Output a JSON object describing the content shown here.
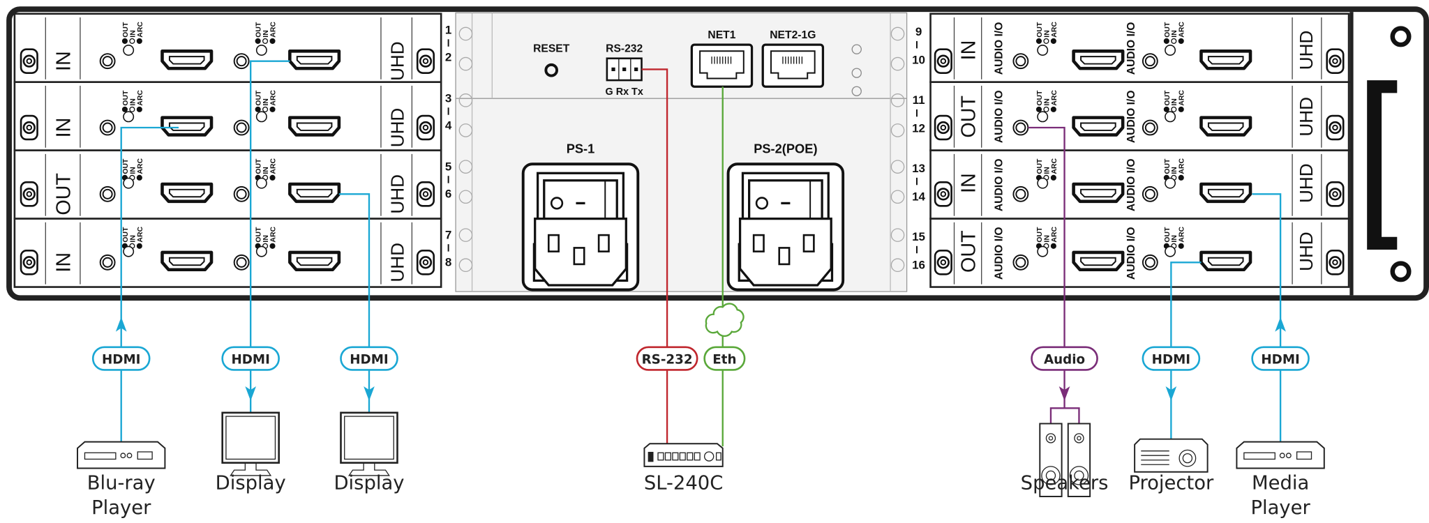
{
  "led_labels": [
    "OUT",
    "IN",
    "ARC"
  ],
  "left_slot_numbers": [
    [
      "1",
      "2"
    ],
    [
      "3",
      "4"
    ],
    [
      "5",
      "6"
    ],
    [
      "7",
      "8"
    ]
  ],
  "right_slot_numbers": [
    [
      "9",
      "10"
    ],
    [
      "11",
      "12"
    ],
    [
      "13",
      "14"
    ],
    [
      "15",
      "16"
    ]
  ],
  "left_cards": [
    {
      "direction": "IN",
      "format": "UHD"
    },
    {
      "direction": "IN",
      "format": "UHD"
    },
    {
      "direction": "OUT",
      "format": "UHD"
    },
    {
      "direction": "IN",
      "format": "UHD"
    }
  ],
  "right_cards": [
    {
      "direction": "IN",
      "audio_label": "AUDIO I/O",
      "format": "UHD"
    },
    {
      "direction": "OUT",
      "audio_label": "AUDIO I/O",
      "format": "UHD"
    },
    {
      "direction": "IN",
      "audio_label": "AUDIO I/O",
      "format": "UHD"
    },
    {
      "direction": "OUT",
      "audio_label": "AUDIO I/O",
      "format": "UHD"
    }
  ],
  "control": {
    "reset": "RESET",
    "rs232": "RS-232",
    "rs232_pins": "G Rx Tx",
    "net1": "NET1",
    "net2": "NET2-1G",
    "ps1": "PS-1",
    "ps2": "PS-2(POE)"
  },
  "colors": {
    "hdmi": "#1aa7d4",
    "rs232": "#c0262d",
    "eth": "#5aa83a",
    "audio": "#7a2d78"
  },
  "connections": [
    {
      "label": "HDMI",
      "type": "hdmi",
      "direction": "in",
      "device": [
        "Blu-ray",
        "Player"
      ],
      "device_icon": "blu-ray-player-icon"
    },
    {
      "label": "HDMI",
      "type": "hdmi",
      "direction": "out",
      "device": [
        "Display"
      ],
      "device_icon": "display-icon"
    },
    {
      "label": "HDMI",
      "type": "hdmi",
      "direction": "out",
      "device": [
        "Display"
      ],
      "device_icon": "display-icon"
    },
    {
      "label": "RS-232",
      "type": "rs232",
      "direction": "none",
      "device": [
        "SL-240C"
      ],
      "device_icon": "control-keypad-icon"
    },
    {
      "label": "Eth",
      "type": "eth",
      "direction": "none",
      "device": [],
      "device_icon": "cloud-icon"
    },
    {
      "label": "Audio",
      "type": "audio",
      "direction": "out",
      "device": [
        "Speakers"
      ],
      "device_icon": "speakers-icon"
    },
    {
      "label": "HDMI",
      "type": "hdmi",
      "direction": "out",
      "device": [
        "Projector"
      ],
      "device_icon": "projector-icon"
    },
    {
      "label": "HDMI",
      "type": "hdmi",
      "direction": "in",
      "device": [
        "Media",
        "Player"
      ],
      "device_icon": "media-player-icon"
    }
  ]
}
